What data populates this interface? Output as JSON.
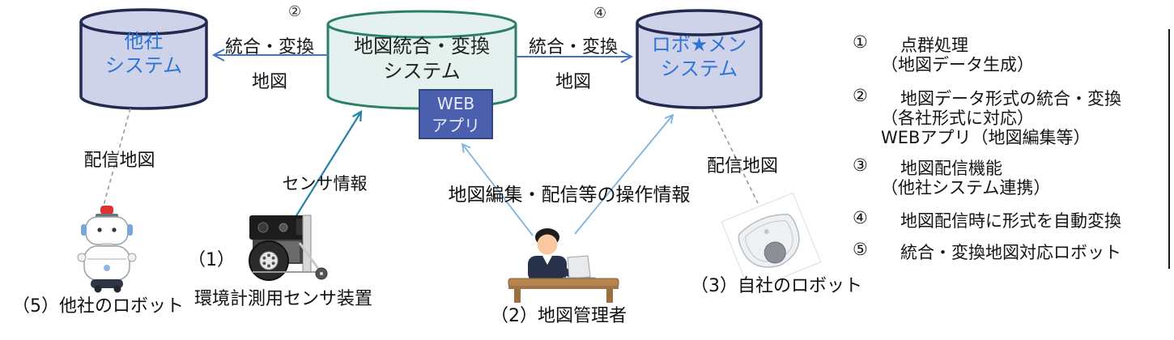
{
  "nodes": {
    "other_system": {
      "line1": "他社",
      "line2": "システム"
    },
    "map_system": {
      "line1": "地図統合・変換",
      "line2": "システム"
    },
    "robomen_system": {
      "line1": "ロボ★メン",
      "line2": "システム"
    },
    "web_app": {
      "line1": "WEB",
      "line2": "アプリ"
    }
  },
  "edges": {
    "to_other_label": {
      "line1": "統合・変換",
      "line2": "地図"
    },
    "to_robomen_label": {
      "line1": "統合・変換",
      "line2": "地図"
    },
    "delivered_map_left": "配信地図",
    "delivered_map_right": "配信地図",
    "sensor_info": "センサ情報",
    "operation_info": "地図編集・配信等の操作情報"
  },
  "annotations": {
    "map_system_ref": "②",
    "delivery_ref": "④"
  },
  "captions": {
    "other_robot": "（5）他社のロボット",
    "sensor_num": "（1）",
    "sensor_device": "環境計測用センサ装置",
    "operator": "（2）地図管理者",
    "own_robot": "（3）自社のロボット"
  },
  "legend": {
    "items": [
      {
        "num": "①",
        "lines": [
          "点群処理",
          "（地図データ生成）"
        ]
      },
      {
        "num": "②",
        "lines": [
          "地図データ形式の統合・変換",
          "（各社形式に対応）",
          "WEBアプリ（地図編集等）"
        ]
      },
      {
        "num": "③",
        "lines": [
          "地図配信機能",
          "（他社システム連携）"
        ]
      },
      {
        "num": "④",
        "lines": [
          "地図配信時に形式を自動変換"
        ]
      },
      {
        "num": "⑤",
        "lines": [
          "統合・変換地図対応ロボット"
        ]
      }
    ]
  },
  "colors": {
    "db_fill": "#ced3ea",
    "db_border": "#23294f",
    "db_text": "#2e74d6",
    "map_fill": "#e4f1ee",
    "map_border": "#2a7f68",
    "webapp_fill": "#4a60ae",
    "webapp_border": "#33477f",
    "arrow_blue": "#4472c4",
    "arrow_teal": "#2581a6",
    "arrow_light": "#7fb3dd",
    "dashed_line": "#9a9a9a"
  }
}
